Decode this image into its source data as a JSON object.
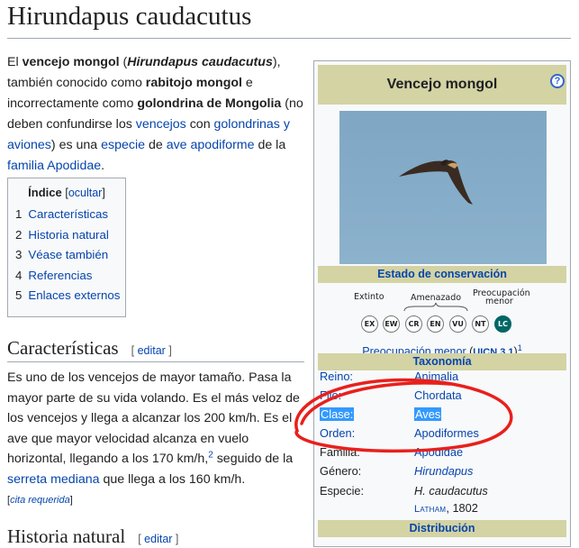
{
  "page": {
    "title": "Hirundapus caudacutus"
  },
  "lead": {
    "t1": "El ",
    "b1": "vencejo mongol",
    "t2": " (",
    "bi1": "Hirundapus caudacutus",
    "t3": "), también conocido como ",
    "b2": "rabitojo mongol",
    "t4": " e incorrectamente como ",
    "b3": "golondrina de Mongolia",
    "t5": " (no deben confundirse los ",
    "l1": "vencejos",
    "t6": " con ",
    "l2": "golondrinas y aviones",
    "t7": ") es una ",
    "l3": "especie",
    "t8": " de ",
    "l4": "ave apodiforme",
    "t9": " de la ",
    "l5": "familia Apodidae",
    "t10": "."
  },
  "toc": {
    "heading": "Índice",
    "hide_open": "[",
    "hide_label": "ocultar",
    "hide_close": "]",
    "items": [
      {
        "num": "1",
        "label": "Características"
      },
      {
        "num": "2",
        "label": "Historia natural"
      },
      {
        "num": "3",
        "label": "Véase también"
      },
      {
        "num": "4",
        "label": "Referencias"
      },
      {
        "num": "5",
        "label": "Enlaces externos"
      }
    ]
  },
  "sections": {
    "caracteristicas": {
      "title": "Características",
      "edit_open": "[ ",
      "edit_label": "editar",
      "edit_close": " ]"
    },
    "historia": {
      "title": "Historia natural",
      "edit_open": "[ ",
      "edit_label": "editar",
      "edit_close": " ]"
    }
  },
  "body": {
    "t1": "Es uno de los vencejos de mayor tamaño. Pasa la mayor parte de su vida volando. Es el más veloz de los vencejos y llega a alcanzar los 200 km/h. Es el ave que mayor velocidad alcanza en vuelo horizontal, llegando a los 170 km/h,",
    "ref": "2",
    "t2": "  seguido de la ",
    "l1": "serreta mediana",
    "t3": " que llega a los 160 km/h.",
    "cita_open": "[",
    "cita": "cita requerida",
    "cita_close": "]"
  },
  "infobox": {
    "title": "Vencejo mongol",
    "help": "?",
    "conservation_header": "Estado de conservación",
    "labels": {
      "extinto": "Extinto",
      "amenazado": "Amenazado",
      "preocupacion1": "Preocupación",
      "preocupacion2": "menor"
    },
    "statuses": [
      "EX",
      "EW",
      "CR",
      "EN",
      "VU",
      "NT",
      "LC"
    ],
    "active_status": "LC",
    "status_text": "Preocupación menor",
    "status_src_open": " (",
    "status_src": "UICN 3.1",
    "status_src_close": ")",
    "status_ref": "1",
    "taxonomy_header": "Taxonomía",
    "taxonomy": [
      {
        "key": "Reino:",
        "value": "Animalia",
        "link": true
      },
      {
        "key": "Filo:",
        "value": "Chordata",
        "link": true
      },
      {
        "key": "Clase:",
        "value": "Aves",
        "link": true,
        "selected": true
      },
      {
        "key": "Orden:",
        "value": "Apodiformes",
        "link": true
      },
      {
        "key": "Familia:",
        "value": "Apodidae",
        "link": true
      },
      {
        "key": "Género:",
        "value": "Hirundapus",
        "link": true,
        "italic": true
      },
      {
        "key": "Especie:",
        "value": "H. caudacutus",
        "link": false,
        "italic": true
      }
    ],
    "authority_name": "Latham",
    "authority_year": ", 1802",
    "distribution_header": "Distribución"
  },
  "colors": {
    "link": "#0645ad",
    "infobox_band": "#d3d3a4",
    "selection": "#3399ff",
    "annotation": "#e8201c",
    "lc_status": "#006666"
  }
}
